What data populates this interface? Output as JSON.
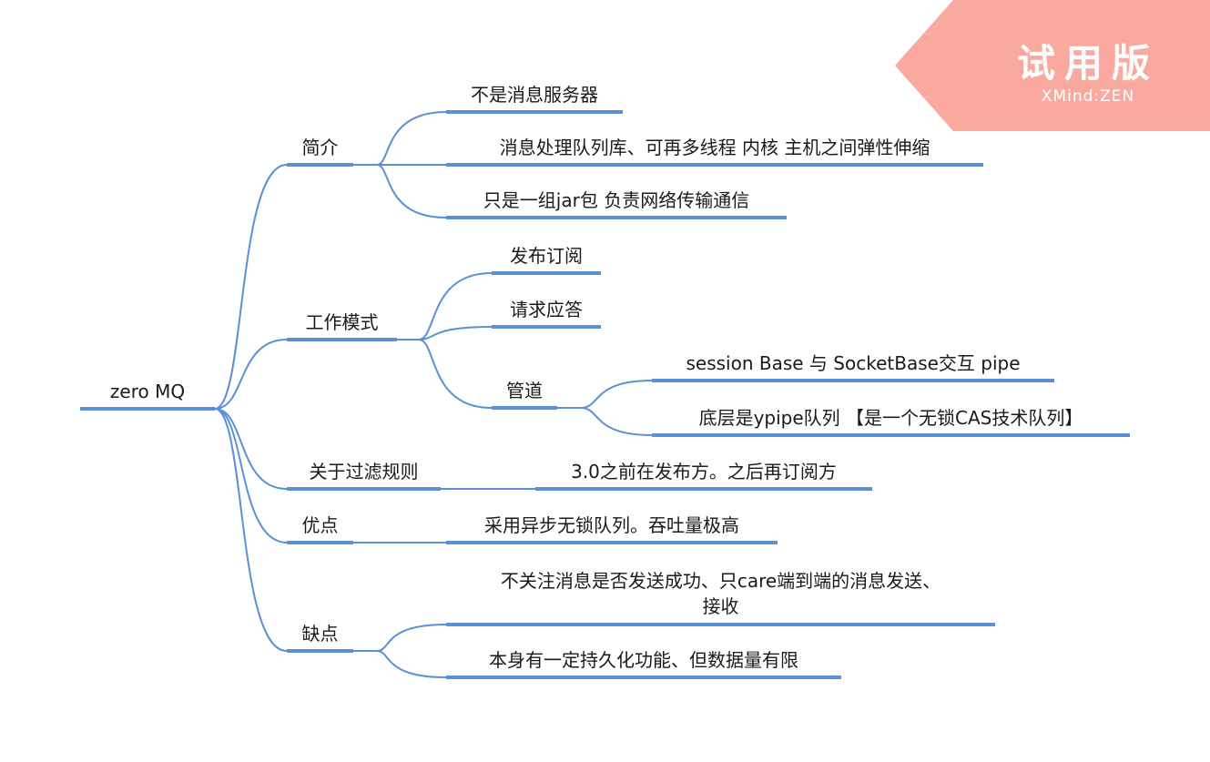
{
  "colors": {
    "line": "#5b8fd6",
    "watermark_bg": "#f9a99d",
    "watermark_text": "#ffffff",
    "text": "#1a1a1a"
  },
  "root": {
    "label": "zero MQ"
  },
  "branches": {
    "intro": {
      "label": "简介",
      "children": [
        "不是消息服务器",
        "消息处理队列库、可再多线程 内核 主机之间弹性伸缩",
        "只是一组jar包 负责网络传输通信"
      ]
    },
    "work_mode": {
      "label": "工作模式",
      "children": [
        "发布订阅",
        "请求应答",
        "管道"
      ],
      "pipe_children": [
        "session Base 与 SocketBase交互 pipe",
        "底层是ypipe队列 【是一个无锁CAS技术队列】"
      ]
    },
    "filter_rules": {
      "label": "关于过滤规则",
      "children": [
        "3.0之前在发布方。之后再订阅方"
      ]
    },
    "pros": {
      "label": "优点",
      "children": [
        "采用异步无锁队列。吞吐量极高"
      ]
    },
    "cons": {
      "label": "缺点",
      "children": [
        {
          "line1": "不关注消息是否发送成功、只care端到端的消息发送、",
          "line2": "接收"
        },
        "本身有一定持久化功能、但数据量有限"
      ]
    }
  },
  "watermark": {
    "title": "试用版",
    "subtitle": "XMind:ZEN"
  }
}
